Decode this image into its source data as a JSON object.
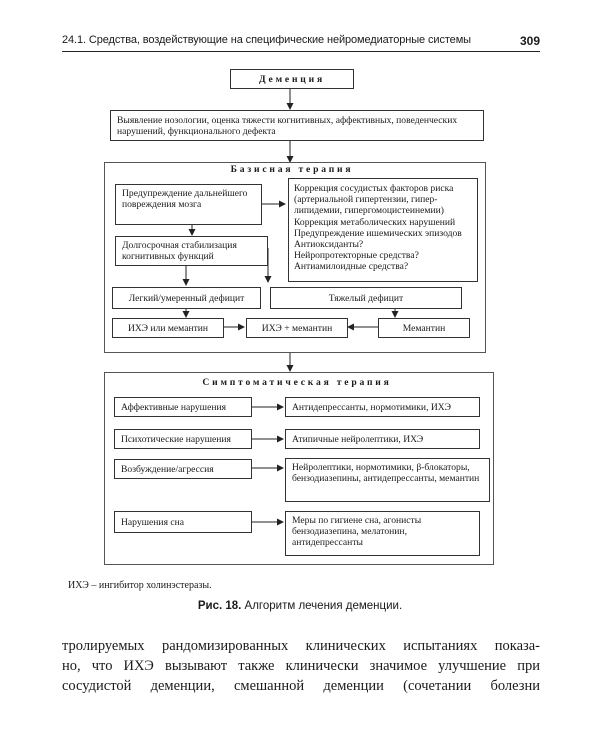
{
  "header": {
    "section_title": "24.1. Средства, воздействующие на специфические нейромедиаторные системы",
    "page_number": "309"
  },
  "diagram": {
    "dementia": "Деменция",
    "assessment": "Выявление нозологии, оценка тяжести когнитивных, аффективных, поведенческих нарушений, функционального дефекта",
    "basic_therapy": {
      "title": "Базисная терапия",
      "prevention": "Предупреждение дальнейшего повреждения мозга",
      "stabilization": "Долгосрочная стабилизация когнитивных функций",
      "measures": [
        "Коррекция сосудистых факторов риска",
        "(артериальной гипертензии, гипер-",
        "липидемии, гипергомоцистеинемии)",
        "Коррекция метаболических нарушений",
        "Предупреждение ишемических эпизодов",
        "Антиоксиданты?",
        "Нейропротекторные средства?",
        "Антиамилоидные средства?"
      ],
      "mild_deficit": "Легкий/умеренный дефицит",
      "severe_deficit": "Тяжелый дефицит",
      "iche_or_memantine": "ИХЭ или мемантин",
      "iche_plus_memantine": "ИХЭ + мемантин",
      "memantine": "Мемантин"
    },
    "symptomatic_therapy": {
      "title": "Симптоматическая терапия",
      "affective": "Аффективные нарушения",
      "affective_tx": "Антидепрессанты, нормотимики, ИХЭ",
      "psychotic": "Психотические нарушения",
      "psychotic_tx": "Атипичные нейролептики, ИХЭ",
      "agitation": "Возбуждение/агрессия",
      "agitation_tx": "Нейролептики, нормотимики, β-блокаторы, бензодиазепины, антидепрессанты, мемантин",
      "sleep": "Нарушения сна",
      "sleep_tx": "Меры по гигиене сна, агонисты бензодиазепина, мелатонин, антидепрессанты"
    }
  },
  "footnote": "ИХЭ – ингибитор холинэстеразы.",
  "caption": {
    "label": "Рис. 18.",
    "text": "Алгоритм лечения деменции."
  },
  "body_lines": [
    "тролируемых рандомизированных клинических испытаниях показа-",
    "но, что ИХЭ вызывают также клинически значимое улучшение при",
    "сосудистой деменции, смешанной деменции (сочетании болезни"
  ]
}
